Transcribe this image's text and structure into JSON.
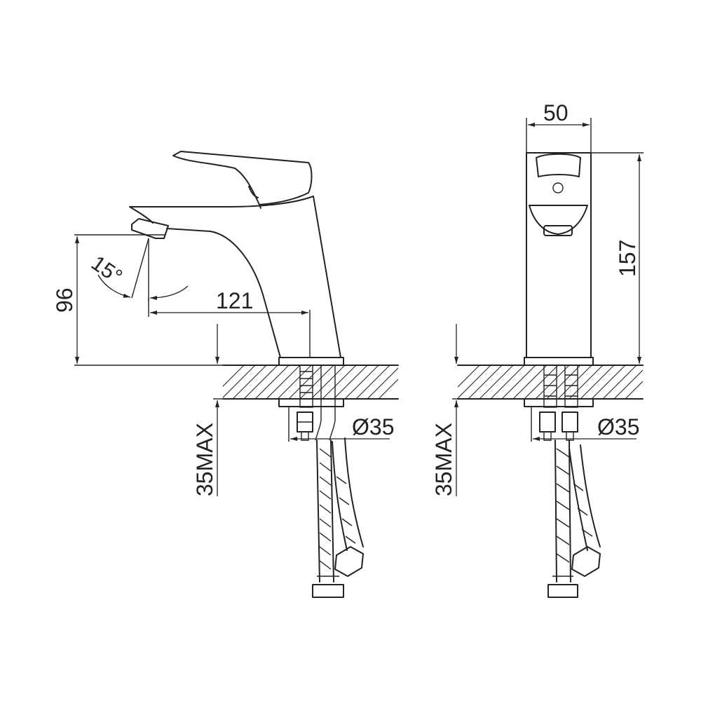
{
  "side_view": {
    "angle_label": "15°",
    "height_label": "96",
    "reach_label": "121",
    "thread_label": "35MAX",
    "diameter_label": "Ø35"
  },
  "front_view": {
    "width_label": "50",
    "total_height_label": "157",
    "thread_label": "35MAX",
    "diameter_label": "Ø35"
  },
  "colors": {
    "line": "#222222",
    "background": "#ffffff"
  }
}
